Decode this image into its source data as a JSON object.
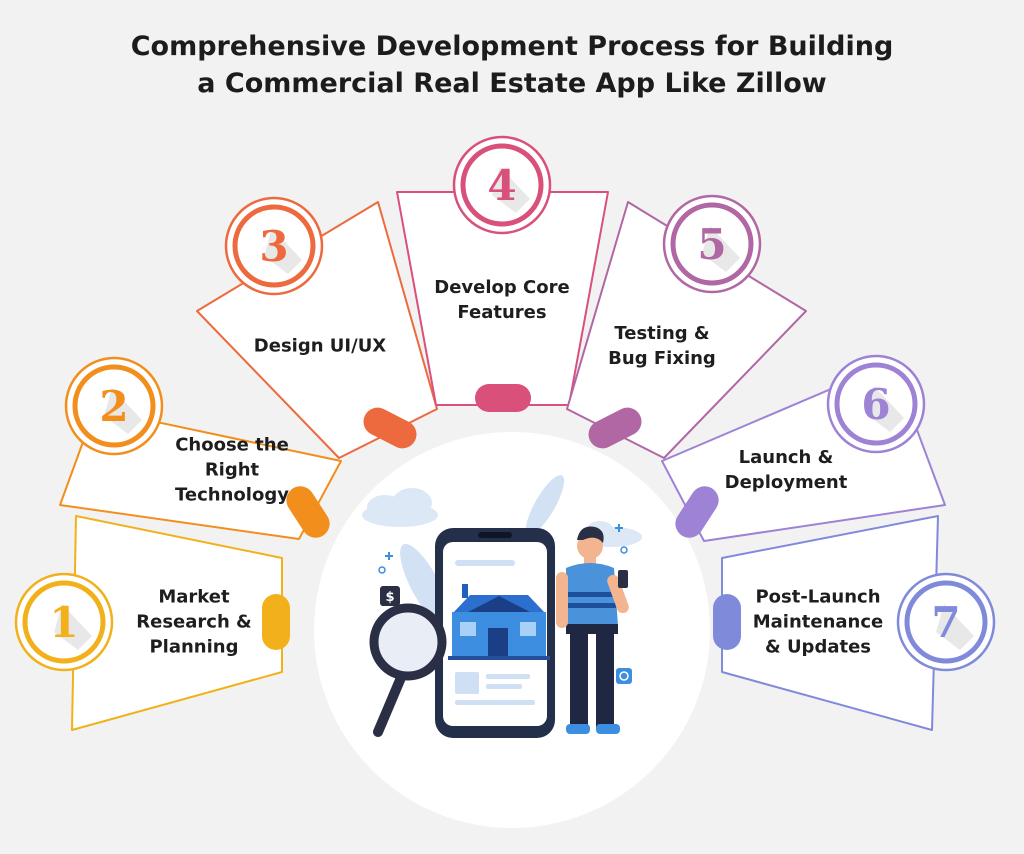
{
  "title": {
    "line1": "Comprehensive Development Process for Building",
    "line2": "a Commercial Real Estate App Like Zillow"
  },
  "colors": {
    "background": "#f2f2f2",
    "step1": "#f2b01b",
    "step2": "#f28e1c",
    "step3": "#ed6a3e",
    "step4": "#d9507a",
    "step5": "#b067a3",
    "step6": "#9d82d6",
    "step7": "#7f8adb"
  },
  "steps": [
    {
      "number": "1",
      "lines": [
        "Market",
        "Research &",
        "Planning"
      ]
    },
    {
      "number": "2",
      "lines": [
        "Choose the",
        "Right",
        "Technology"
      ]
    },
    {
      "number": "3",
      "lines": [
        "Design UI/UX"
      ]
    },
    {
      "number": "4",
      "lines": [
        "Develop Core",
        "Features"
      ]
    },
    {
      "number": "5",
      "lines": [
        "Testing &",
        "Bug Fixing"
      ]
    },
    {
      "number": "6",
      "lines": [
        "Launch &",
        "Deployment"
      ]
    },
    {
      "number": "7",
      "lines": [
        "Post-Launch",
        "Maintenance",
        "& Updates"
      ]
    }
  ],
  "illustration": {
    "icons": [
      "magnifier-icon",
      "phone-icon",
      "house-icon",
      "person-icon",
      "dollar-icon",
      "globe-icon"
    ]
  }
}
